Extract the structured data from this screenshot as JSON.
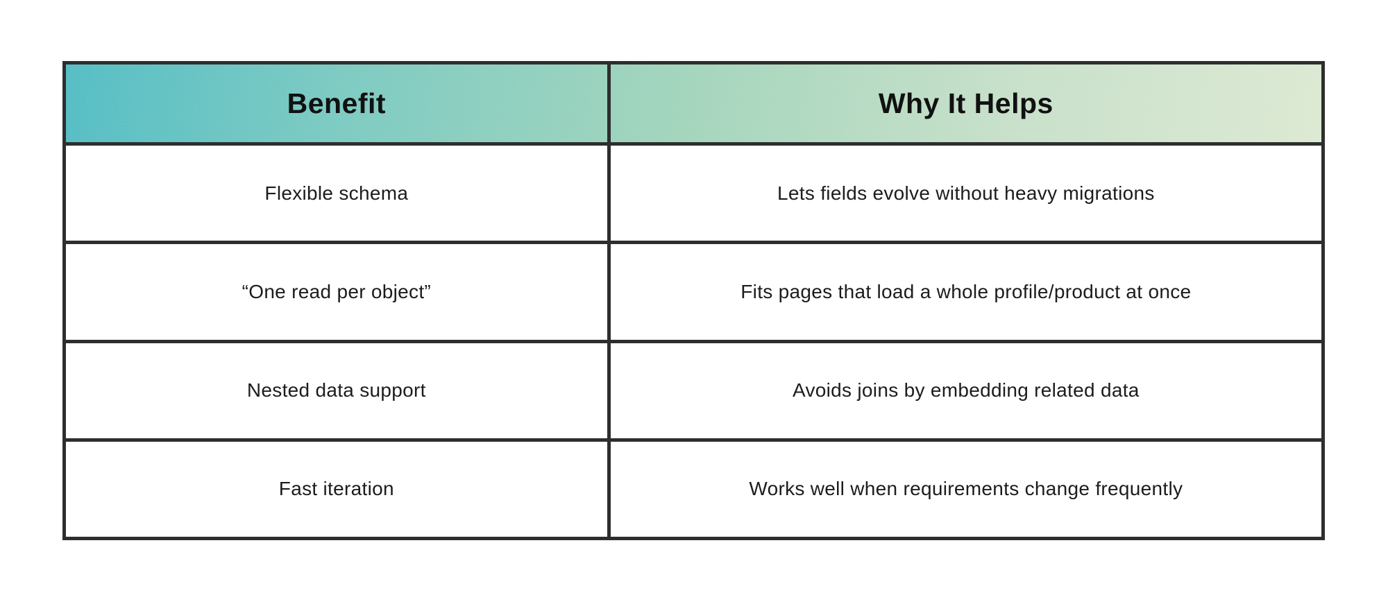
{
  "table": {
    "columns": [
      {
        "label": "Benefit"
      },
      {
        "label": "Why It Helps"
      }
    ],
    "rows": [
      {
        "benefit": "Flexible schema",
        "why": "Lets fields evolve without heavy migrations"
      },
      {
        "benefit": "“One read per object”",
        "why": "Fits pages that load a whole profile/product at once"
      },
      {
        "benefit": "Nested data support",
        "why": "Avoids joins by embedding related data"
      },
      {
        "benefit": "Fast iteration",
        "why": "Works well when requirements change frequently"
      }
    ],
    "colors": {
      "border": "#2e2e2e",
      "header_gradient_start": "#43b7c1",
      "header_gradient_mid": "#9bd1b8",
      "header_gradient_end": "#d9e7d1",
      "header_text": "#111111",
      "body_text": "#1c1c1c",
      "background": "#ffffff"
    }
  }
}
